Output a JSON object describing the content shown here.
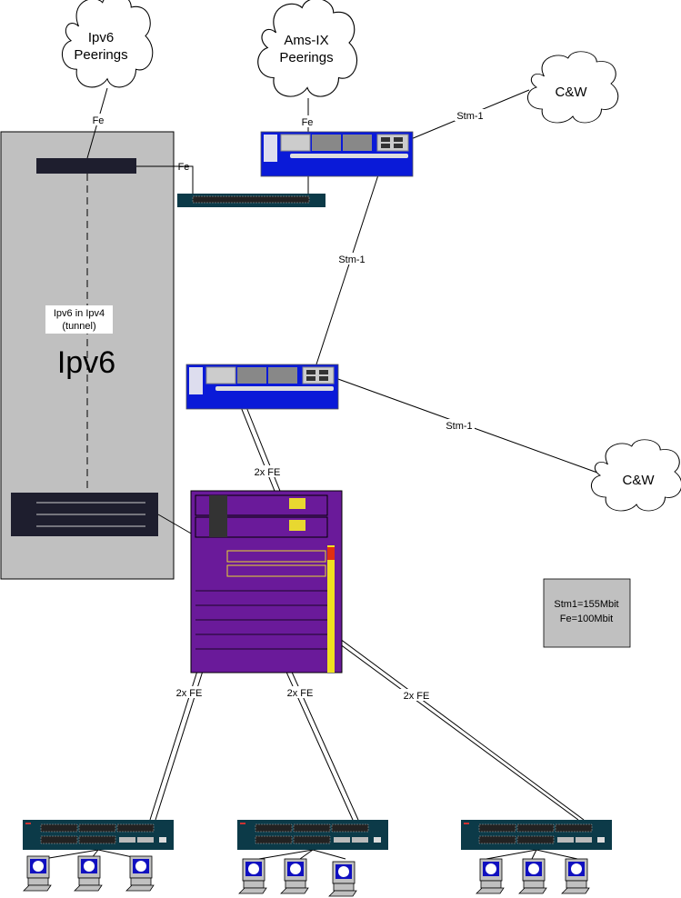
{
  "clouds": {
    "ipv6_peerings": [
      "Ipv6",
      "Peerings"
    ],
    "amsix_peerings": [
      "Ams-IX",
      "Peerings"
    ],
    "cw_top": "C&W",
    "cw_bottom": "C&W"
  },
  "zone": {
    "title": "Ipv6",
    "tunnel_label": [
      "Ipv6 in Ipv4",
      "(tunnel)"
    ]
  },
  "links": {
    "fe_ipv6": "Fe",
    "fe_switch": "Fe",
    "fe_amsix": "Fe",
    "stm1_cw_top": "Stm-1",
    "stm1_routers": "Stm-1",
    "stm1_cw_bottom": "Stm-1",
    "fe_router_chassis": "2x FE",
    "fe_access_1": "2x FE",
    "fe_access_2": "2x FE",
    "fe_access_3": "2x FE"
  },
  "legend": [
    "Stm1=155Mbit",
    "Fe=100Mbit"
  ],
  "colors": {
    "zone_bg": "#c0c0c0",
    "router_blue": "#0a1ad8",
    "chassis_purple": "#6a1a9a",
    "switch_teal": "#0c3a48",
    "pc_screen": "#1010c0"
  }
}
